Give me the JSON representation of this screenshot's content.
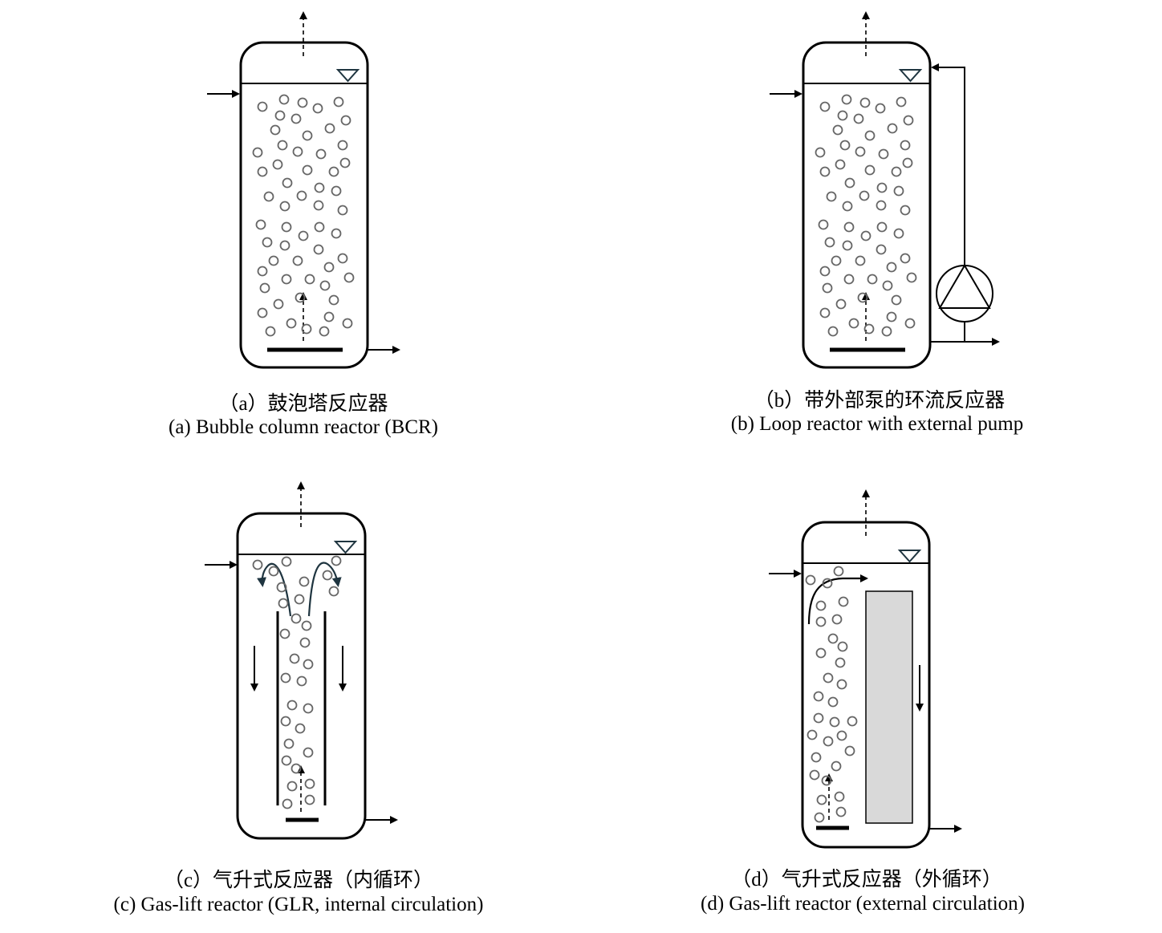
{
  "panels": [
    {
      "id": "a",
      "caption_zh": "（a）鼓泡塔反应器",
      "caption_en": "(a) Bubble column reactor (BCR)"
    },
    {
      "id": "b",
      "caption_zh": "（b）带外部泵的环流反应器",
      "caption_en": "(b) Loop reactor with external pump"
    },
    {
      "id": "c",
      "caption_zh": "（c）气升式反应器（内循环）",
      "caption_en": "(c) Gas-lift reactor (GLR, internal circulation)"
    },
    {
      "id": "d",
      "caption_zh": "（d）气升式反应器（外循环）",
      "caption_en": "(d) Gas-lift reactor (external circulation)"
    }
  ],
  "colors": {
    "bubble": "#666666",
    "curve_arrow": "#1f3540",
    "draft_block": "#d9d9d9"
  }
}
